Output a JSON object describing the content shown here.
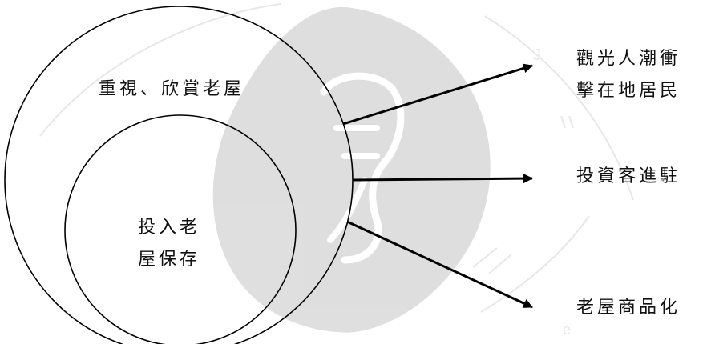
{
  "diagram": {
    "outer_circle_label": "重視、欣賞老屋",
    "inner_circle_label_line1": "投入老",
    "inner_circle_label_line2": "屋保存",
    "impacts": [
      {
        "line1": "觀光人潮衝",
        "line2": "擊在地居民"
      },
      {
        "label": "投資客進駐"
      },
      {
        "label": "老屋商品化"
      }
    ]
  },
  "colors": {
    "line": "#000000",
    "watermark": "#d9d9d9",
    "text": "#111111"
  },
  "watermark_icon": "university-seal-watermark"
}
